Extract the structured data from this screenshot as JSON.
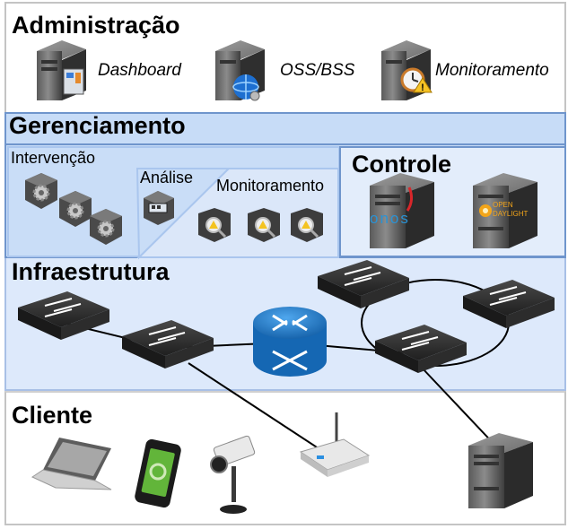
{
  "admin": {
    "title": "Administração",
    "items": [
      {
        "label": "Dashboard",
        "icon": "server-dashboard-icon"
      },
      {
        "label": "OSS/BSS",
        "icon": "server-globe-icon"
      },
      {
        "label": "Monitoramento",
        "icon": "server-alert-icon"
      }
    ]
  },
  "management": {
    "title": "Gerenciamento",
    "intervention": {
      "label": "Intervenção",
      "icon": "gear-cube-icon"
    },
    "analysis": {
      "label": "Análise",
      "icon": "control-panel-icon"
    },
    "monitoring": {
      "label": "Monitoramento",
      "icon": "warning-magnifier-icon"
    }
  },
  "control": {
    "title": "Controle",
    "controllers": [
      {
        "label": "onos",
        "icon": "onos-server-icon"
      },
      {
        "label_top": "OPEN",
        "label_bottom": "DAYLIGHT",
        "icon": "opendaylight-server-icon"
      }
    ]
  },
  "infrastructure": {
    "title": "Infraestrutura",
    "devices": [
      "switch-icon",
      "switch-icon",
      "router-icon",
      "switch-icon",
      "switch-icon",
      "switch-icon"
    ]
  },
  "client": {
    "title": "Cliente",
    "devices": [
      "laptop-icon",
      "smartphone-icon",
      "camera-icon",
      "wifi-router-icon",
      "server-icon"
    ]
  },
  "colors": {
    "management_band": "#c7dcf7",
    "infra_band": "#dde9fb",
    "outer_border": "#bcbcbc",
    "blue_border": "#6f95cc",
    "panel_fill": "#dbe7f9"
  }
}
